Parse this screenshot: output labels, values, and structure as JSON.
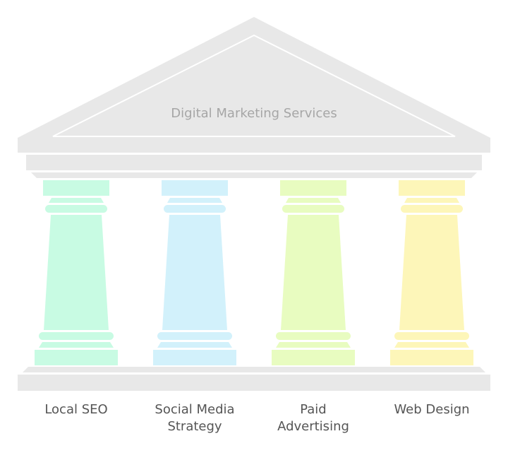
{
  "title": "Digital Marketing Services",
  "colors": {
    "stone": "#e8e8e8",
    "stone_edge": "#ffffff",
    "title_text": "#a6a6a6",
    "label_text": "#555555"
  },
  "pillars": [
    {
      "label": "Local SEO",
      "color": "#c8fbe3"
    },
    {
      "label": "Social Media\nStrategy",
      "color": "#d2f1fb"
    },
    {
      "label": "Paid\nAdvertising",
      "color": "#e8fcc0"
    },
    {
      "label": "Web Design",
      "color": "#fdf6b9"
    }
  ]
}
